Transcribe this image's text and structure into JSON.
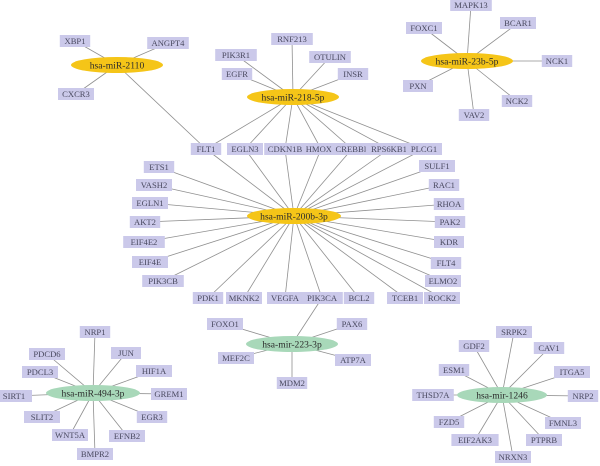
{
  "colors": {
    "mirna_primary": "#f5c518",
    "mirna_secondary": "#a8d8b9",
    "gene_fill": "#cbc9ea",
    "edge": "#8f8f8f"
  },
  "mirnas": [
    {
      "id": "m2110",
      "label": "hsa-miR-2110",
      "group": "primary"
    },
    {
      "id": "m218",
      "label": "hsa-miR-218-5p",
      "group": "primary"
    },
    {
      "id": "m23b",
      "label": "hsa-miR-23b-5p",
      "group": "primary"
    },
    {
      "id": "m200b",
      "label": "hsa-miR-200b-3p",
      "group": "primary"
    },
    {
      "id": "m223",
      "label": "hsa-mir-223-3p",
      "group": "secondary"
    },
    {
      "id": "m494",
      "label": "hsa-miR-494-3p",
      "group": "secondary"
    },
    {
      "id": "m1246",
      "label": "hsa-mir-1246",
      "group": "secondary"
    }
  ],
  "genes": [
    {
      "id": "XBP1",
      "label": "XBP1"
    },
    {
      "id": "ANGPT4",
      "label": "ANGPT4"
    },
    {
      "id": "CXCR3",
      "label": "CXCR3"
    },
    {
      "id": "FLT1",
      "label": "FLT1"
    },
    {
      "id": "RNF213",
      "label": "RNF213"
    },
    {
      "id": "PIK3R1",
      "label": "PIK3R1"
    },
    {
      "id": "OTULIN",
      "label": "OTULIN"
    },
    {
      "id": "EGFR",
      "label": "EGFR"
    },
    {
      "id": "INSR",
      "label": "INSR"
    },
    {
      "id": "EGLN3",
      "label": "EGLN3"
    },
    {
      "id": "CDKN1B",
      "label": "CDKN1B"
    },
    {
      "id": "HMOX1",
      "label": "HMOX1"
    },
    {
      "id": "CREBBP",
      "label": "CREBBP"
    },
    {
      "id": "RPS6KB1",
      "label": "RPS6KB1"
    },
    {
      "id": "PLCG1",
      "label": "PLCG1"
    },
    {
      "id": "MAPK13",
      "label": "MAPK13"
    },
    {
      "id": "FOXC1",
      "label": "FOXC1"
    },
    {
      "id": "BCAR1",
      "label": "BCAR1"
    },
    {
      "id": "NCK1",
      "label": "NCK1"
    },
    {
      "id": "PXN",
      "label": "PXN"
    },
    {
      "id": "NCK2",
      "label": "NCK2"
    },
    {
      "id": "VAV2",
      "label": "VAV2"
    },
    {
      "id": "ETS1",
      "label": "ETS1"
    },
    {
      "id": "VASH2",
      "label": "VASH2"
    },
    {
      "id": "EGLN1",
      "label": "EGLN1"
    },
    {
      "id": "AKT2",
      "label": "AKT2"
    },
    {
      "id": "EIF4E2",
      "label": "EIF4E2"
    },
    {
      "id": "EIF4E",
      "label": "EIF4E"
    },
    {
      "id": "PIK3CB",
      "label": "PIK3CB"
    },
    {
      "id": "PDK1",
      "label": "PDK1"
    },
    {
      "id": "MKNK2",
      "label": "MKNK2"
    },
    {
      "id": "VEGFA",
      "label": "VEGFA"
    },
    {
      "id": "PIK3CA",
      "label": "PIK3CA"
    },
    {
      "id": "BCL2",
      "label": "BCL2"
    },
    {
      "id": "TCEB1",
      "label": "TCEB1"
    },
    {
      "id": "ROCK2",
      "label": "ROCK2"
    },
    {
      "id": "ELMO2",
      "label": "ELMO2"
    },
    {
      "id": "FLT4",
      "label": "FLT4"
    },
    {
      "id": "KDR",
      "label": "KDR"
    },
    {
      "id": "PAK2",
      "label": "PAK2"
    },
    {
      "id": "RHOA",
      "label": "RHOA"
    },
    {
      "id": "RAC1",
      "label": "RAC1"
    },
    {
      "id": "SULF1",
      "label": "SULF1"
    },
    {
      "id": "FOXO1",
      "label": "FOXO1"
    },
    {
      "id": "PAX6",
      "label": "PAX6"
    },
    {
      "id": "MEF2C",
      "label": "MEF2C"
    },
    {
      "id": "ATP7A",
      "label": "ATP7A"
    },
    {
      "id": "MDM2",
      "label": "MDM2"
    },
    {
      "id": "NRP1",
      "label": "NRP1"
    },
    {
      "id": "PDCD6",
      "label": "PDCD6"
    },
    {
      "id": "JUN",
      "label": "JUN"
    },
    {
      "id": "PDCL3",
      "label": "PDCL3"
    },
    {
      "id": "HIF1A",
      "label": "HIF1A"
    },
    {
      "id": "SIRT1",
      "label": "SIRT1"
    },
    {
      "id": "GREM1",
      "label": "GREM1"
    },
    {
      "id": "SLIT2",
      "label": "SLIT2"
    },
    {
      "id": "EGR3",
      "label": "EGR3"
    },
    {
      "id": "WNT5A",
      "label": "WNT5A"
    },
    {
      "id": "EFNB2",
      "label": "EFNB2"
    },
    {
      "id": "BMPR2",
      "label": "BMPR2"
    },
    {
      "id": "SRPK2",
      "label": "SRPK2"
    },
    {
      "id": "GDF2",
      "label": "GDF2"
    },
    {
      "id": "CAV1",
      "label": "CAV1"
    },
    {
      "id": "ESM1",
      "label": "ESM1"
    },
    {
      "id": "ITGA5",
      "label": "ITGA5"
    },
    {
      "id": "THSD7A",
      "label": "THSD7A"
    },
    {
      "id": "NRP2",
      "label": "NRP2"
    },
    {
      "id": "FZD5",
      "label": "FZD5"
    },
    {
      "id": "FMNL3",
      "label": "FMNL3"
    },
    {
      "id": "EIF2AK3",
      "label": "EIF2AK3"
    },
    {
      "id": "PTPRB",
      "label": "PTPRB"
    },
    {
      "id": "NRXN3",
      "label": "NRXN3"
    }
  ],
  "edges": [
    [
      "m2110",
      "XBP1"
    ],
    [
      "m2110",
      "ANGPT4"
    ],
    [
      "m2110",
      "CXCR3"
    ],
    [
      "m2110",
      "FLT1"
    ],
    [
      "m218",
      "RNF213"
    ],
    [
      "m218",
      "PIK3R1"
    ],
    [
      "m218",
      "OTULIN"
    ],
    [
      "m218",
      "EGFR"
    ],
    [
      "m218",
      "INSR"
    ],
    [
      "m218",
      "FLT1"
    ],
    [
      "m218",
      "EGLN3"
    ],
    [
      "m218",
      "CDKN1B"
    ],
    [
      "m218",
      "HMOX1"
    ],
    [
      "m218",
      "CREBBP"
    ],
    [
      "m218",
      "RPS6KB1"
    ],
    [
      "m218",
      "PLCG1"
    ],
    [
      "m23b",
      "MAPK13"
    ],
    [
      "m23b",
      "FOXC1"
    ],
    [
      "m23b",
      "BCAR1"
    ],
    [
      "m23b",
      "NCK1"
    ],
    [
      "m23b",
      "PXN"
    ],
    [
      "m23b",
      "NCK2"
    ],
    [
      "m23b",
      "VAV2"
    ],
    [
      "m200b",
      "FLT1"
    ],
    [
      "m200b",
      "EGLN3"
    ],
    [
      "m200b",
      "CDKN1B"
    ],
    [
      "m200b",
      "HMOX1"
    ],
    [
      "m200b",
      "CREBBP"
    ],
    [
      "m200b",
      "RPS6KB1"
    ],
    [
      "m200b",
      "PLCG1"
    ],
    [
      "m200b",
      "ETS1"
    ],
    [
      "m200b",
      "VASH2"
    ],
    [
      "m200b",
      "EGLN1"
    ],
    [
      "m200b",
      "AKT2"
    ],
    [
      "m200b",
      "EIF4E2"
    ],
    [
      "m200b",
      "EIF4E"
    ],
    [
      "m200b",
      "PIK3CB"
    ],
    [
      "m200b",
      "PDK1"
    ],
    [
      "m200b",
      "MKNK2"
    ],
    [
      "m200b",
      "VEGFA"
    ],
    [
      "m200b",
      "PIK3CA"
    ],
    [
      "m200b",
      "BCL2"
    ],
    [
      "m200b",
      "TCEB1"
    ],
    [
      "m200b",
      "ROCK2"
    ],
    [
      "m200b",
      "ELMO2"
    ],
    [
      "m200b",
      "FLT4"
    ],
    [
      "m200b",
      "KDR"
    ],
    [
      "m200b",
      "PAK2"
    ],
    [
      "m200b",
      "RHOA"
    ],
    [
      "m200b",
      "RAC1"
    ],
    [
      "m200b",
      "SULF1"
    ],
    [
      "m223",
      "PIK3CA"
    ],
    [
      "m223",
      "FOXO1"
    ],
    [
      "m223",
      "PAX6"
    ],
    [
      "m223",
      "MEF2C"
    ],
    [
      "m223",
      "ATP7A"
    ],
    [
      "m223",
      "MDM2"
    ],
    [
      "m494",
      "NRP1"
    ],
    [
      "m494",
      "PDCD6"
    ],
    [
      "m494",
      "JUN"
    ],
    [
      "m494",
      "PDCL3"
    ],
    [
      "m494",
      "HIF1A"
    ],
    [
      "m494",
      "SIRT1"
    ],
    [
      "m494",
      "GREM1"
    ],
    [
      "m494",
      "SLIT2"
    ],
    [
      "m494",
      "EGR3"
    ],
    [
      "m494",
      "WNT5A"
    ],
    [
      "m494",
      "EFNB2"
    ],
    [
      "m494",
      "BMPR2"
    ],
    [
      "m1246",
      "SRPK2"
    ],
    [
      "m1246",
      "GDF2"
    ],
    [
      "m1246",
      "CAV1"
    ],
    [
      "m1246",
      "ESM1"
    ],
    [
      "m1246",
      "ITGA5"
    ],
    [
      "m1246",
      "THSD7A"
    ],
    [
      "m1246",
      "NRP2"
    ],
    [
      "m1246",
      "FZD5"
    ],
    [
      "m1246",
      "FMNL3"
    ],
    [
      "m1246",
      "EIF2AK3"
    ],
    [
      "m1246",
      "PTPRB"
    ],
    [
      "m1246",
      "NRXN3"
    ]
  ]
}
